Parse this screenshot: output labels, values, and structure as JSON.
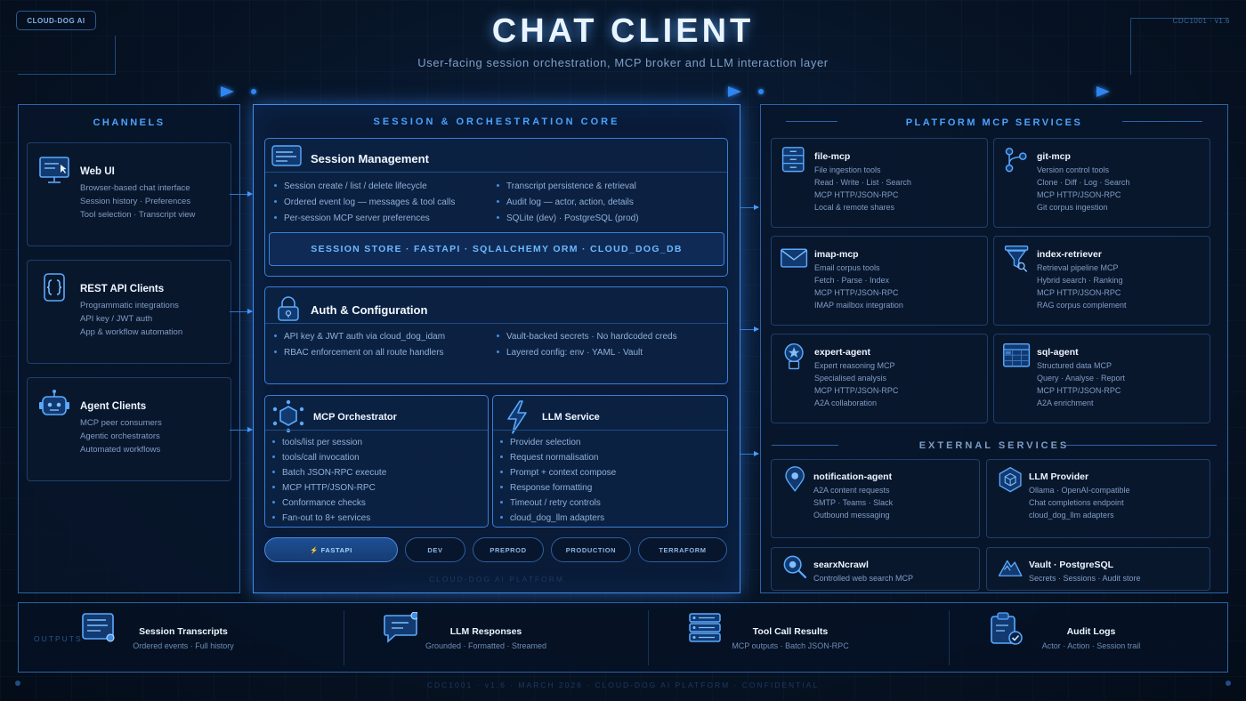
{
  "header": {
    "brand": "CLOUD-DOG AI",
    "doc_id": "CDC1001 · v1.6",
    "title": "CHAT CLIENT",
    "subtitle": "User-facing session orchestration, MCP broker and LLM interaction layer"
  },
  "channels": {
    "title": "CHANNELS",
    "items": [
      {
        "icon": "monitor-icon",
        "title": "Web UI",
        "lines": [
          "Browser-based chat interface",
          "Session history · Preferences",
          "Tool selection · Transcript view"
        ]
      },
      {
        "icon": "api-brackets-icon",
        "title": "REST API Clients",
        "lines": [
          "Programmatic integrations",
          "API key / JWT auth",
          "App & workflow automation"
        ]
      },
      {
        "icon": "robot-icon",
        "title": "Agent Clients",
        "lines": [
          "MCP peer consumers",
          "Agentic orchestrators",
          "Automated workflows"
        ]
      }
    ]
  },
  "core": {
    "title": "SESSION & ORCHESTRATION CORE",
    "footer": "CLOUD-DOG AI PLATFORM",
    "session": {
      "icon": "session-window-icon",
      "title": "Session Management",
      "left": [
        "Session create / list / delete lifecycle",
        "Ordered event log — messages & tool calls",
        "Per-session MCP server preferences"
      ],
      "right": [
        "Transcript persistence & retrieval",
        "Audit log — actor, action, details",
        "SQLite (dev) · PostgreSQL (prod)"
      ],
      "store": "SESSION STORE · FASTAPI · SQLALCHEMY ORM · CLOUD_DOG_DB"
    },
    "auth": {
      "icon": "lock-icon",
      "title": "Auth & Configuration",
      "left": [
        "API key & JWT auth via cloud_dog_idam",
        "RBAC enforcement on all route handlers"
      ],
      "right": [
        "Vault-backed secrets · No hardcoded creds",
        "Layered config: env · YAML · Vault"
      ]
    },
    "mcp": {
      "icon": "hexagon-network-icon",
      "title": "MCP Orchestrator",
      "lines": [
        "tools/list per session",
        "tools/call invocation",
        "Batch JSON-RPC execute",
        "MCP HTTP/JSON-RPC",
        "Conformance checks",
        "Fan-out to 8+ services"
      ]
    },
    "llm": {
      "icon": "lightning-icon",
      "title": "LLM Service",
      "lines": [
        "Provider selection",
        "Request normalisation",
        "Prompt + context compose",
        "Response formatting",
        "Timeout / retry controls",
        "cloud_dog_llm adapters"
      ]
    },
    "envs": [
      "⚡ FASTAPI",
      "DEV",
      "PREPROD",
      "PRODUCTION",
      "TERRAFORM"
    ]
  },
  "platform": {
    "title": "PLATFORM MCP SERVICES",
    "items": [
      {
        "icon": "file-cabinet-icon",
        "title": "file-mcp",
        "lines": [
          "File ingestion tools",
          "Read · Write · List · Search",
          "MCP HTTP/JSON-RPC",
          "Local & remote shares"
        ]
      },
      {
        "icon": "git-branch-icon",
        "title": "git-mcp",
        "lines": [
          "Version control tools",
          "Clone · Diff · Log · Search",
          "MCP HTTP/JSON-RPC",
          "Git corpus ingestion"
        ]
      },
      {
        "icon": "envelope-icon",
        "title": "imap-mcp",
        "lines": [
          "Email corpus tools",
          "Fetch · Parse · Index",
          "MCP HTTP/JSON-RPC",
          "IMAP mailbox integration"
        ]
      },
      {
        "icon": "funnel-search-icon",
        "title": "index-retriever",
        "lines": [
          "Retrieval pipeline MCP",
          "Hybrid search · Ranking",
          "MCP HTTP/JSON-RPC",
          "RAG corpus complement"
        ]
      },
      {
        "icon": "expert-badge-icon",
        "title": "expert-agent",
        "lines": [
          "Expert reasoning MCP",
          "Specialised analysis",
          "MCP HTTP/JSON-RPC",
          "A2A collaboration"
        ]
      },
      {
        "icon": "table-grid-icon",
        "title": "sql-agent",
        "lines": [
          "Structured data MCP",
          "Query · Analyse · Report",
          "MCP HTTP/JSON-RPC",
          "A2A enrichment"
        ]
      }
    ]
  },
  "external": {
    "title": "EXTERNAL SERVICES",
    "items": [
      {
        "icon": "map-pin-icon",
        "title": "notification-agent",
        "lines": [
          "A2A content requests",
          "SMTP · Teams · Slack",
          "Outbound messaging"
        ]
      },
      {
        "icon": "hexagon-cube-icon",
        "title": "LLM Provider",
        "lines": [
          "Ollama · OpenAI-compatible",
          "Chat completions endpoint",
          "cloud_dog_llm adapters"
        ]
      },
      {
        "icon": "magnifier-icon",
        "title": "searxNcrawl",
        "lines": [
          "Controlled web search MCP"
        ]
      },
      {
        "icon": "mountain-vault-icon",
        "title": "Vault · PostgreSQL",
        "lines": [
          "Secrets · Sessions · Audit store"
        ]
      }
    ]
  },
  "outputs": {
    "label": "OUTPUTS",
    "items": [
      {
        "icon": "transcript-icon",
        "title": "Session Transcripts",
        "sub": "Ordered events · Full history"
      },
      {
        "icon": "chat-bubble-icon",
        "title": "LLM Responses",
        "sub": "Grounded · Formatted · Streamed"
      },
      {
        "icon": "server-stack-icon",
        "title": "Tool Call Results",
        "sub": "MCP outputs · Batch JSON-RPC"
      },
      {
        "icon": "clipboard-check-icon",
        "title": "Audit Logs",
        "sub": "Actor · Action · Session trail"
      }
    ]
  },
  "footer": "CDC1001 · v1.6 · MARCH 2026 · CLOUD-DOG AI PLATFORM · CONFIDENTIAL",
  "colors": {
    "accent": "#3f8ee8",
    "background": "#071426",
    "title_glow": "#5aaaff"
  }
}
